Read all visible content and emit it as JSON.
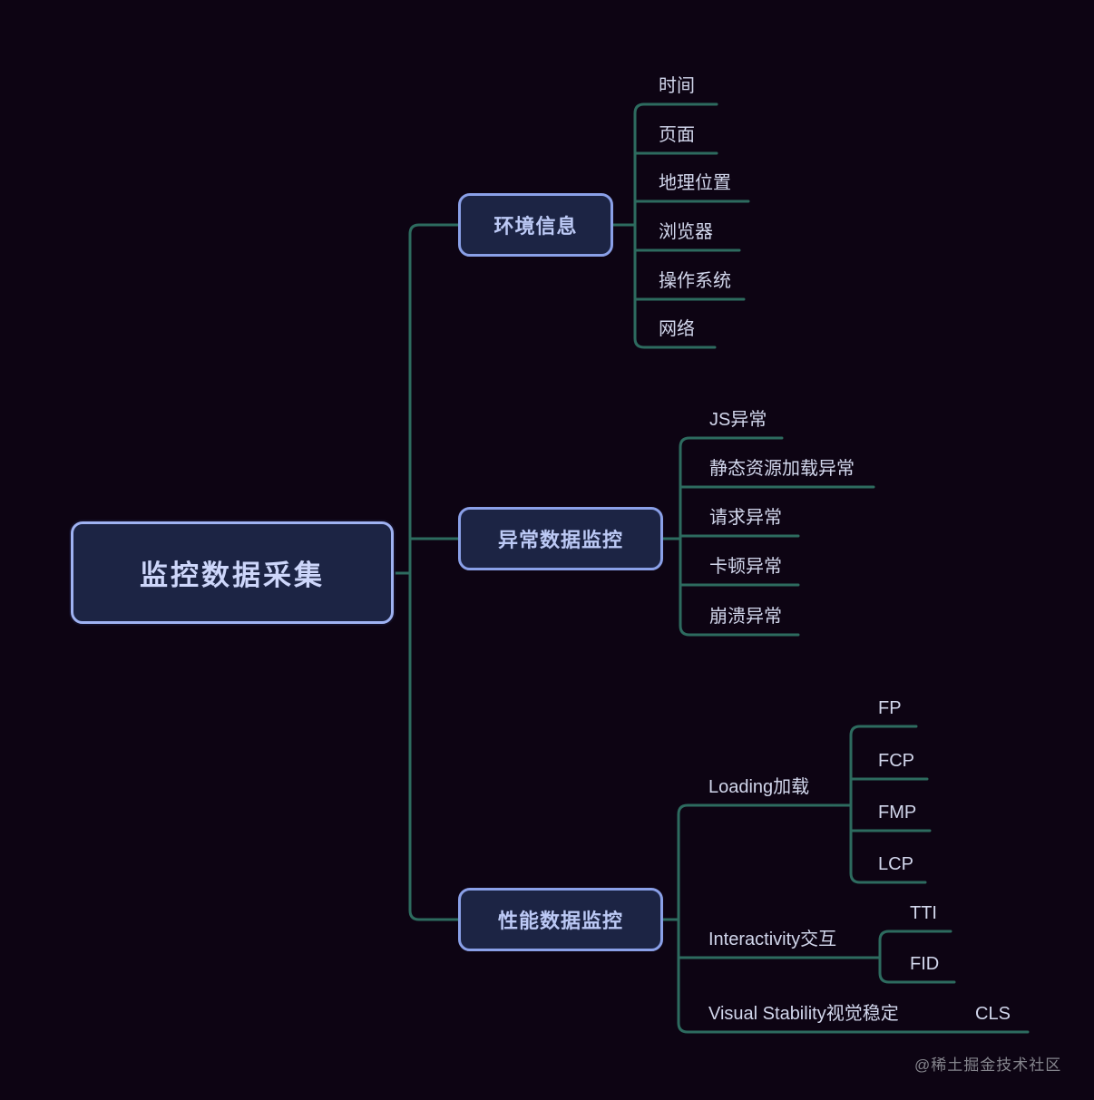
{
  "colors": {
    "background": "#0d0413",
    "line": "#2d6b5f",
    "node_border": "#8aa0e8",
    "root_border": "#9fb2f2",
    "node_fill": "#1c2444",
    "node_text": "#bcc9f5",
    "leaf_text": "#d2d7ec"
  },
  "watermark": "@稀土掘金技术社区",
  "root": {
    "label": "监控数据采集"
  },
  "branches": [
    {
      "label": "环境信息",
      "children": [
        {
          "label": "时间"
        },
        {
          "label": "页面"
        },
        {
          "label": "地理位置"
        },
        {
          "label": "浏览器"
        },
        {
          "label": "操作系统"
        },
        {
          "label": "网络"
        }
      ]
    },
    {
      "label": "异常数据监控",
      "children": [
        {
          "label": "JS异常"
        },
        {
          "label": "静态资源加载异常"
        },
        {
          "label": "请求异常"
        },
        {
          "label": "卡顿异常"
        },
        {
          "label": "崩溃异常"
        }
      ]
    },
    {
      "label": "性能数据监控",
      "children": [
        {
          "label": "Loading加载",
          "children": [
            {
              "label": "FP"
            },
            {
              "label": "FCP"
            },
            {
              "label": "FMP"
            },
            {
              "label": "LCP"
            }
          ]
        },
        {
          "label": "Interactivity交互",
          "children": [
            {
              "label": "TTI"
            },
            {
              "label": "FID"
            }
          ]
        },
        {
          "label": "Visual Stability视觉稳定",
          "children": [
            {
              "label": "CLS"
            }
          ]
        }
      ]
    }
  ]
}
